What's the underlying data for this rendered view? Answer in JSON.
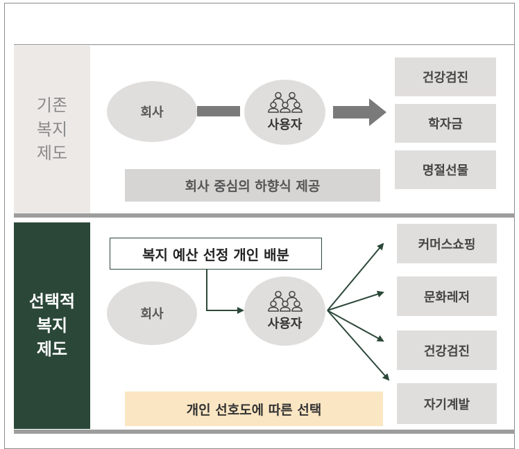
{
  "existing": {
    "label_lines": [
      "기존",
      "복지",
      "제도"
    ],
    "company": "회사",
    "user": "사용자",
    "banner": "회사 중심의 하향식 제공",
    "items": [
      "건강검진",
      "학자금",
      "명절선물"
    ]
  },
  "selective": {
    "label_lines": [
      "선택적",
      "복지",
      "제도"
    ],
    "callout": "복지 예산 선정 개인 배분",
    "company": "회사",
    "user": "사용자",
    "banner": "개인 선호도에 따른 선택",
    "items": [
      "커머스쇼핑",
      "문화레저",
      "건강검진",
      "자기계발"
    ]
  },
  "colors": {
    "dark_green": "#2b4738",
    "light_gray": "#e0dedd",
    "banner_yellow": "#fbe6c3",
    "arrow_gray": "#7a7a7a"
  },
  "icons": [
    "people-group-icon"
  ]
}
